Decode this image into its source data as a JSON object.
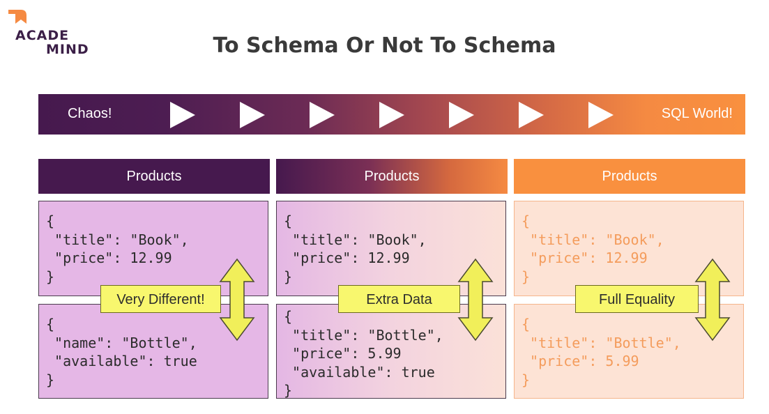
{
  "logo": {
    "line1": "ACADE",
    "line2": "MIND"
  },
  "title": "To Schema Or Not To Schema",
  "scale": {
    "left_label": "Chaos!",
    "right_label": "SQL World!",
    "arrow_icon": "play-icon",
    "arrow_count": 7
  },
  "columns": [
    {
      "header": "Products",
      "doc_top": "{\n \"title\": \"Book\",\n \"price\": 12.99\n}",
      "doc_bottom": "{\n \"name\": \"Bottle\",\n \"available\": true\n}",
      "label": "Very Different!"
    },
    {
      "header": "Products",
      "doc_top": "{\n \"title\": \"Book\",\n \"price\": 12.99\n}",
      "doc_bottom": "{\n \"title\": \"Bottle\",\n \"price\": 5.99\n \"available\": true\n}",
      "label": "Extra Data"
    },
    {
      "header": "Products",
      "doc_top": "{\n \"title\": \"Book\",\n \"price\": 12.99\n}",
      "doc_bottom": "{\n \"title\": \"Bottle\",\n \"price\": 5.99\n}",
      "label": "Full Equality"
    }
  ],
  "colors": {
    "purple": "#46194e",
    "orange": "#f9903f",
    "label_yellow": "#f8f76e",
    "arrow_yellow": "#f1ef5a"
  }
}
